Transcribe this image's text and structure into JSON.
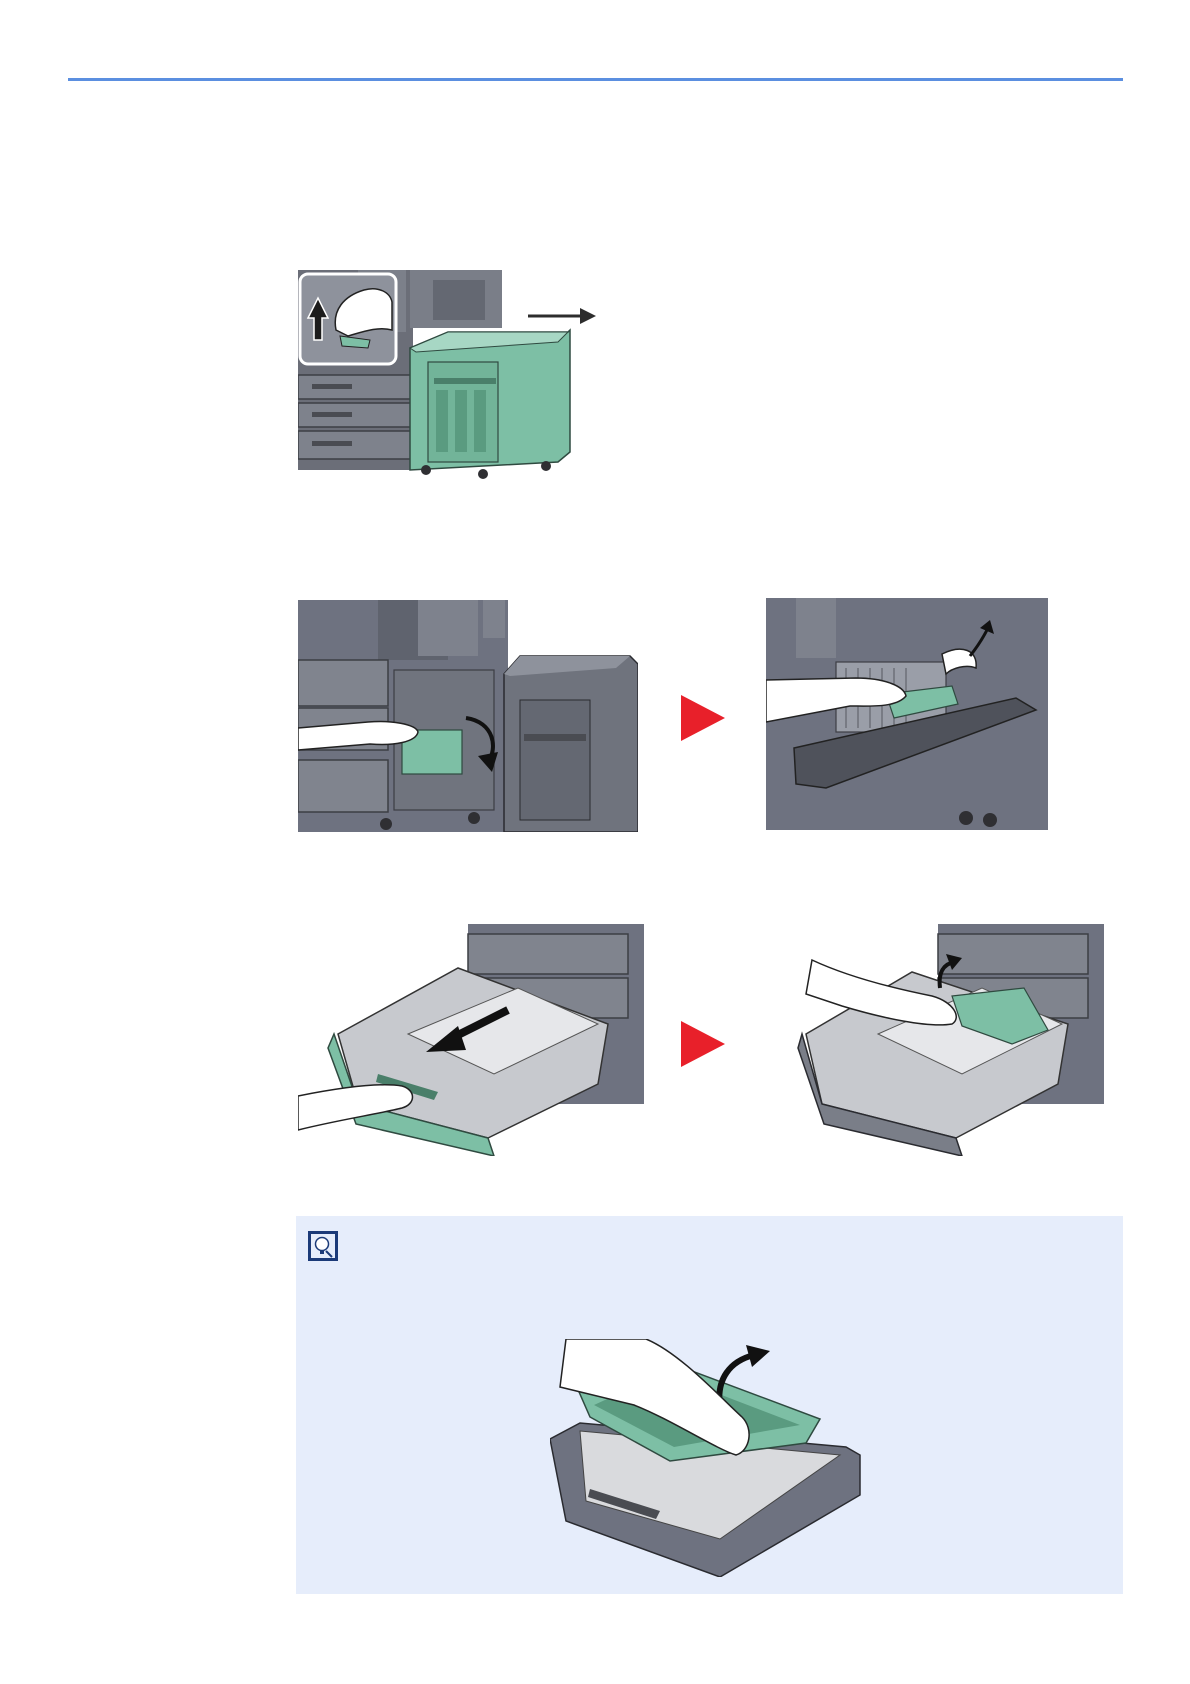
{
  "page": {
    "accent_color": "#5b8fe0"
  },
  "figures": {
    "step1": {
      "icon": "lift-handle-slide-out-illustration"
    },
    "step2a": {
      "icon": "open-left-cover-illustration"
    },
    "step2b": {
      "icon": "remove-jammed-paper-illustration"
    },
    "step3a": {
      "icon": "pull-out-cassette-illustration"
    },
    "step3b": {
      "icon": "remove-paper-from-cassette-illustration"
    }
  },
  "next_arrow": {
    "icon": "next-step-arrow-icon",
    "color": "#e8202a"
  },
  "note": {
    "icon": "note-lightbulb-icon",
    "background": "#e6edfb",
    "figure_icon": "lift-cassette-tray-illustration"
  }
}
